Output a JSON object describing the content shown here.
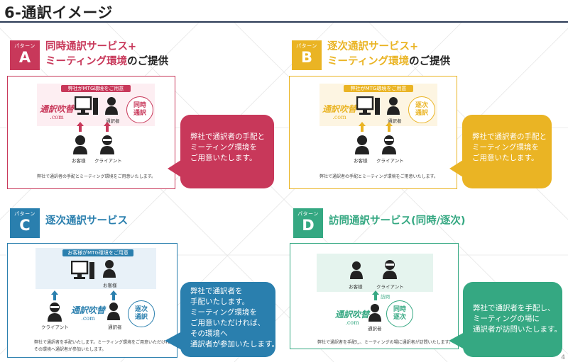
{
  "title": "6-通訳イメージ",
  "page_number": "4",
  "colors": {
    "A": "#c8385a",
    "B": "#eab424",
    "C": "#2a7fae",
    "D": "#35a882",
    "rule": "#2a3a55"
  },
  "patterns": {
    "A": {
      "badge_small": "パターン",
      "badge_letter": "A",
      "title_colored_1": "同時通訳サービス+",
      "title_colored_2": "ミーティング環境",
      "title_black_2": "のご提供",
      "panel_bar": "弊社がMTG環境をご用意",
      "logo": "通訳吹替",
      "logo_domain": ".com",
      "circle_1": "同時",
      "circle_2": "通訳",
      "lbl_interpreter": "通訳者",
      "lbl_customer": "お客様",
      "lbl_client": "クライアント",
      "note": "弊社で通訳者の手配とミーティング環境をご用意いたします。",
      "bubble": [
        "弊社で通訳者の手配と",
        "ミーティング環境を",
        "ご用意いたします。"
      ]
    },
    "B": {
      "badge_small": "パターン",
      "badge_letter": "B",
      "title_colored_1": "逐次通訳サービス+",
      "title_colored_2": "ミーティング環境",
      "title_black_2": "のご提供",
      "panel_bar": "弊社がMTG環境をご用意",
      "logo": "通訳吹替",
      "logo_domain": ".com",
      "circle_1": "逐次",
      "circle_2": "通訳",
      "lbl_interpreter": "通訳者",
      "lbl_customer": "お客様",
      "lbl_client": "クライアント",
      "note": "弊社で通訳者の手配とミーティング環境をご用意いたします。",
      "bubble": [
        "弊社で通訳者の手配と",
        "ミーティング環境を",
        "ご用意いたします。"
      ]
    },
    "C": {
      "badge_small": "パターン",
      "badge_letter": "C",
      "title_colored_1": "逐次通訳サービス",
      "panel_bar": "お客様がMTG環境をご用意",
      "logo": "通訳吹替",
      "logo_domain": ".com",
      "circle_1": "逐次",
      "circle_2": "通訳",
      "lbl_interpreter": "通訳者",
      "lbl_customer": "お客様",
      "lbl_client": "クライアント",
      "note_1": "弊社で通訳者を手配いたします。ミーティング環境をご用意いただければ、",
      "note_2": "その環境へ通訳者が参加いたします。",
      "bubble": [
        "弊社で通訳者を",
        "手配いたします。",
        "ミーティング環境を",
        "ご用意いただければ、",
        "その環境へ",
        "通訳者が参加いたします。"
      ]
    },
    "D": {
      "badge_small": "パターン",
      "badge_letter": "D",
      "title_colored_1": "訪問通訳サービス(同時/逐次)",
      "logo": "通訳吹替",
      "logo_domain": ".com",
      "circle_1": "同時",
      "circle_2": "逐次",
      "lbl_visit": "訪問",
      "lbl_interpreter": "通訳者",
      "lbl_customer": "お客様",
      "lbl_client": "クライアント",
      "note": "弊社で通訳者を手配し、ミーティングの場に通訳者が訪問いたします。",
      "bubble": [
        "弊社で通訳者を手配し、",
        "ミーティングの場に",
        "通訳者が訪問いたします。"
      ]
    }
  }
}
